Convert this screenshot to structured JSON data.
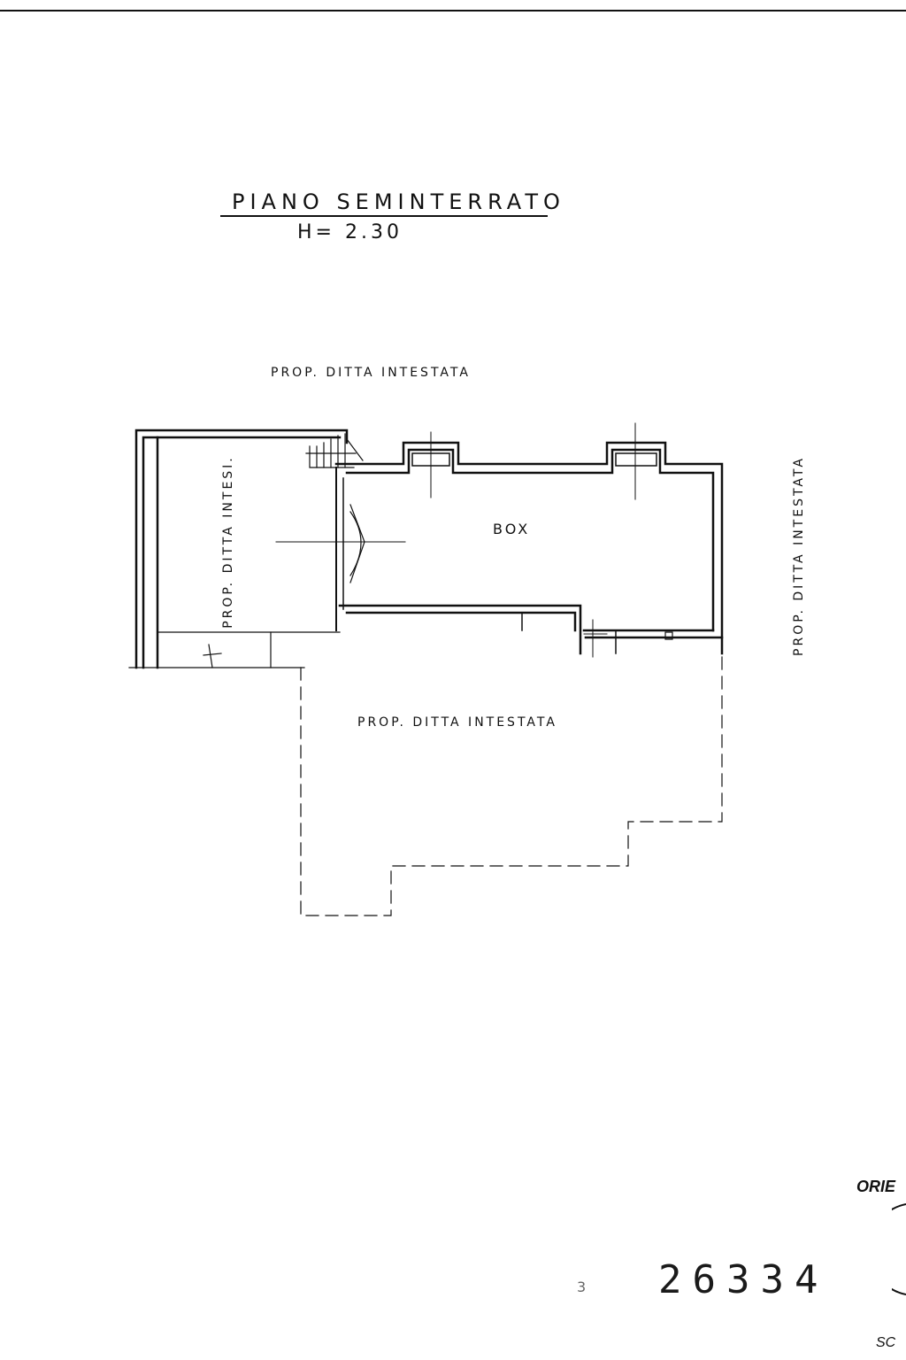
{
  "header": {
    "floor_title": "PIANO SEMINTERRATO",
    "floor_height": "H= 2.30"
  },
  "labels": {
    "prop_top": "PROP. DITTA INTESTATA",
    "prop_left": "PROP. DITTA INTESI.",
    "prop_right": "PROP. DITTA INTESTATA",
    "prop_bottom": "PROP. DITTA INTESTATA",
    "box": "BOX"
  },
  "footer": {
    "sheet_prefix": "3",
    "sheet_number": "26334",
    "orientation_label": "ORIE",
    "scale_label": "SC"
  },
  "colors": {
    "ink": "#111111",
    "paper": "#ffffff"
  }
}
